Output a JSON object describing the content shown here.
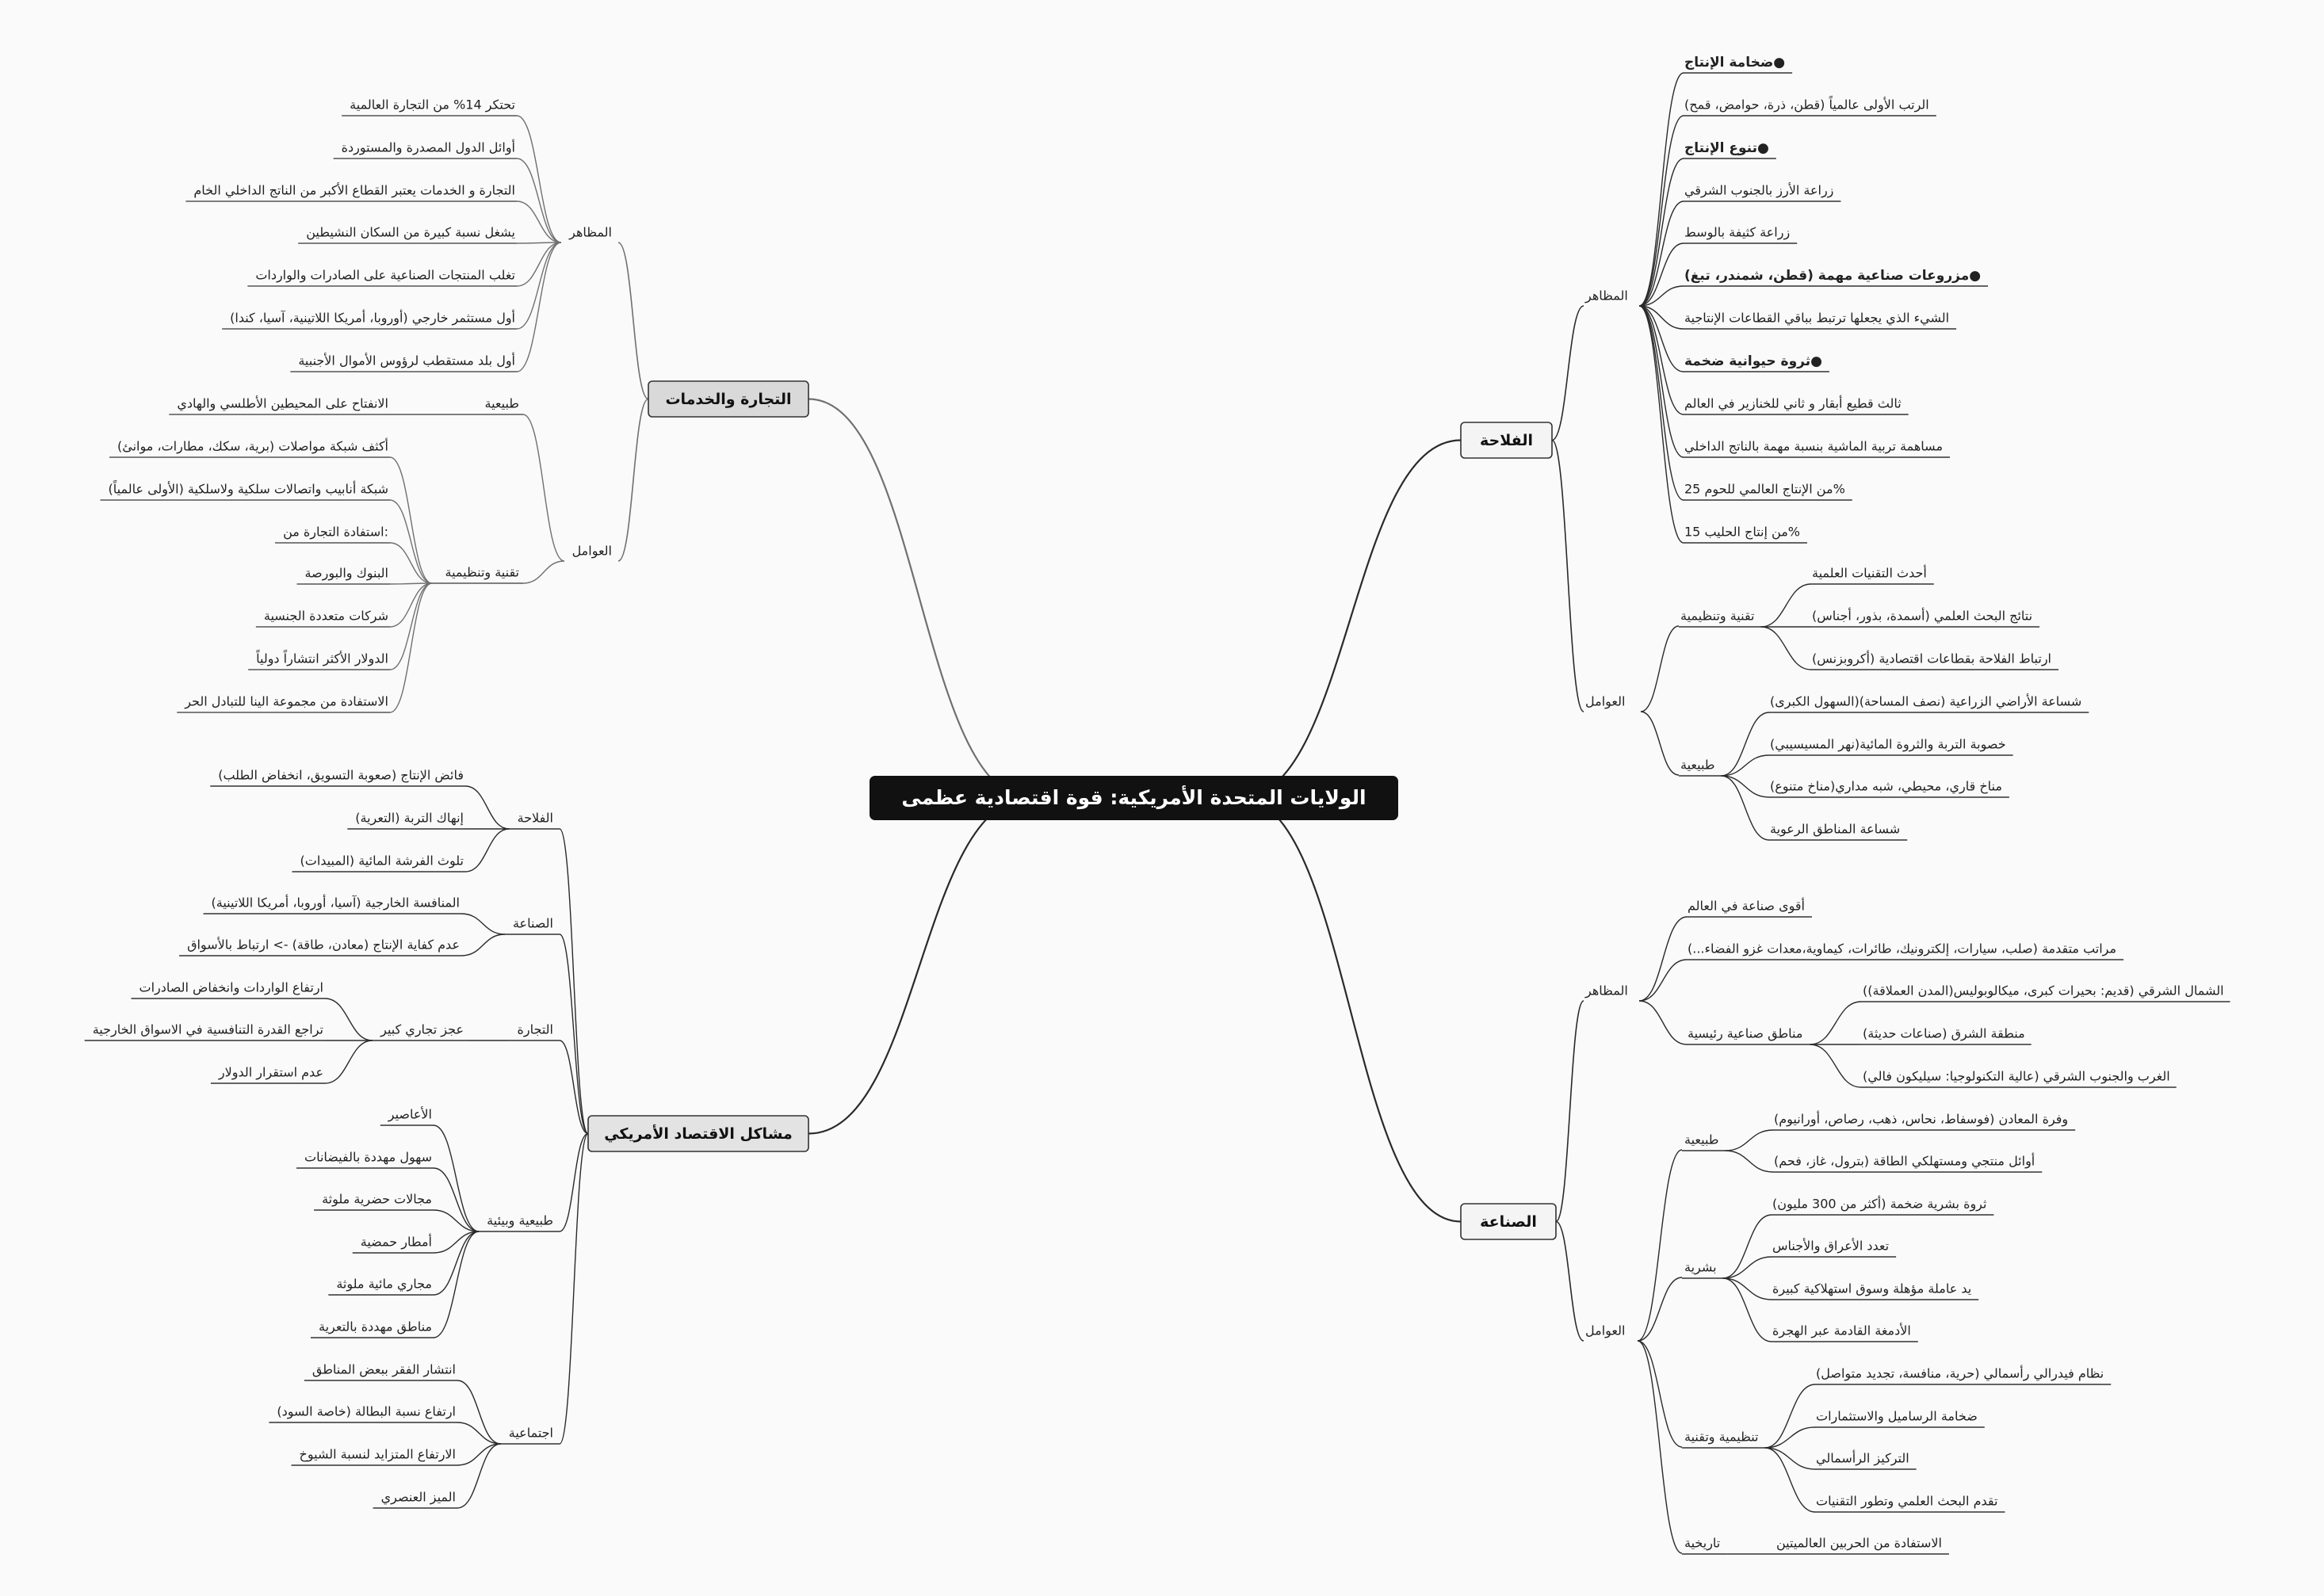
{
  "central": "الولايات المتحدة الأمريكية: قوة اقتصادية عظمى",
  "colors": {
    "central_bg": "#111111",
    "node_bg": "#f4f4f4",
    "trade_bg": "#d9d9d9",
    "problems_bg": "#e3e3e3",
    "line": "#2a2a2a",
    "trade_line": "#707070"
  },
  "branches": {
    "agriculture": {
      "title": "الفلاحة",
      "manifestations": {
        "label": "المظاهر",
        "items": [
          {
            "text": "ضخامة الإنتاج●",
            "bold": true
          },
          {
            "text": "الرتب الأولى عالمياً (قطن، ذرة، حوامض، قمح)"
          },
          {
            "text": "تنوع الإنتاج●",
            "bold": true
          },
          {
            "text": "زراعة الأرز بالجنوب الشرقي"
          },
          {
            "text": "زراعة كثيفة بالوسط"
          },
          {
            "text": "مزروعات صناعية مهمة (قطن، شمندر، تبغ)●",
            "bold": true
          },
          {
            "text": "الشيء الذي يجعلها ترتبط بباقي القطاعات الإنتاجية"
          },
          {
            "text": "ثروة حيوانية ضخمة●",
            "bold": true
          },
          {
            "text": "ثالث قطيع أبقار و ثاني للخنازير في العالم"
          },
          {
            "text": "مساهمة تربية الماشية بنسبة مهمة بالناتج الداخلي"
          },
          {
            "text": "من الإنتاج العالمي للحوم 25%"
          },
          {
            "text": "من إنتاج الحليب 15%"
          }
        ]
      },
      "factors": {
        "label": "العوامل",
        "groups": [
          {
            "label": "تقنية وتنظيمية",
            "items": [
              "أحدث التقنيات العلمية",
              "نتائج البحث العلمي (أسمدة، بذور، أجناس)",
              "ارتباط الفلاحة بقطاعات اقتصادية (أكروبزنس)"
            ]
          },
          {
            "label": "طبيعية",
            "items": [
              "شساعة الأراضي الزراعية (نصف المساحة)(السهول الكبرى)",
              "خصوبة التربة والثروة المائية(نهر المسيسيبي)",
              "مناخ قاري، محيطي، شبه مداري(مناخ متنوع)",
              "شساعة المناطق الرعوية"
            ]
          }
        ]
      }
    },
    "industry": {
      "title": "الصناعة",
      "manifestations": {
        "label": "المظاهر",
        "items": [
          "أقوى صناعة في العالم",
          "مراتب متقدمة (صلب، سيارات، إلكترونيك، طائرات، كيماوية،معدات غزو الفضاء...)"
        ],
        "regions": {
          "label": "مناطق صناعية رئيسية",
          "items": [
            "الشمال الشرقي (قديم: بحيرات كبرى، ميكالوبوليس(المدن العملاقة))",
            "منطقة الشرق (صناعات حديثة)",
            "الغرب والجنوب الشرقي (عالية التكنولوجيا: سيليكون فالي)"
          ]
        }
      },
      "factors": {
        "label": "العوامل",
        "groups": [
          {
            "label": "طبيعية",
            "items": [
              "وفرة المعادن (فوسفاط، نحاس، ذهب، رصاص، أورانيوم)",
              "أوائل منتجي ومستهلكي الطاقة (بترول، غاز، فحم)"
            ]
          },
          {
            "label": "بشرية",
            "items": [
              "ثروة بشرية ضخمة (أكثر من 300 مليون)",
              "تعدد الأعراق والأجناس",
              "يد عاملة مؤهلة وسوق استهلاكية كبيرة",
              "الأدمغة القادمة عبر الهجرة"
            ]
          },
          {
            "label": "تنظيمية وتقنية",
            "items": [
              "نظام فيدرالي رأسمالي (حرية، منافسة، تجديد متواصل)",
              "ضخامة الرساميل والاستثمارات",
              "التركيز الرأسمالي",
              "تقدم البحث العلمي وتطور التقنيات"
            ]
          },
          {
            "label": "تاريخية",
            "items": [
              "الاستفادة من الحربين العالميتين"
            ]
          }
        ]
      }
    },
    "trade": {
      "title": "التجارة والخدمات",
      "manifestations": {
        "label": "المظاهر",
        "items": [
          "تحتكر 14% من التجارة العالمية",
          "أوائل الدول المصدرة والمستوردة",
          "التجارة و الخدمات يعتبر القطاع الأكبر من الناتج الداخلي الخام",
          "يشغل نسبة كبيرة من السكان النشيطين",
          "تغلب المنتجات الصناعية على الصادرات والواردات",
          "أول مستثمر خارجي (أوروبا، أمريكا اللاتينية، آسيا، كندا)",
          "أول بلد مستقطب لرؤوس الأموال الأجنبية"
        ]
      },
      "factors": {
        "label": "العوامل",
        "groups": [
          {
            "label": "طبيعية",
            "items": [
              "الانفتاح على المحيطين الأطلسي والهادي"
            ]
          },
          {
            "label": "تقنية وتنظيمية",
            "items": [
              "أكثف شبكة مواصلات (برية، سكك، مطارات، موانئ)",
              "شبكة أنابيب واتصالات سلكية ولاسلكية (الأولى عالمياً)",
              "استفادة التجارة من:",
              "البنوك والبورصة",
              "شركات متعددة الجنسية",
              "الدولار الأكثر انتشاراً دولياً",
              "الاستفادة من مجموعة الينا للتبادل الحر"
            ]
          }
        ]
      }
    },
    "problems": {
      "title": "مشاكل الاقتصاد الأمريكي",
      "groups": [
        {
          "label": "الفلاحة",
          "items": [
            "فائض الإنتاج (صعوبة التسويق، انخفاض الطلب)",
            "إنهاك التربة (التعرية)",
            "تلوث الفرشة المائية (المبيدات)"
          ]
        },
        {
          "label": "الصناعة",
          "items": [
            "المنافسة الخارجية (آسيا، أوروبا، أمريكا اللاتينية)",
            "عدم كفاية الإنتاج (معادن، طاقة) -> ارتباط بالأسواق"
          ]
        },
        {
          "label": "التجارة",
          "sub": {
            "label": "عجز تجاري كبير",
            "items": [
              "ارتفاع الواردات وانخفاض الصادرات",
              "تراجع القدرة التنافسية في الاسواق الخارجية",
              "عدم استقرار الدولار"
            ]
          }
        },
        {
          "label": "طبيعية وبيئية",
          "items": [
            "الأعاصير",
            "سهول مهددة بالفيضانات",
            "مجالات حضرية ملوثة",
            "أمطار حمضية",
            "مجاري مائية ملوثة",
            "مناطق مهددة بالتعرية"
          ]
        },
        {
          "label": "اجتماعية",
          "items": [
            "انتشار الفقر ببعض المناطق",
            "ارتفاع نسبة البطالة (خاصة السود)",
            "الارتفاع المتزايد لنسبة الشيوخ",
            "الميز العنصري"
          ]
        }
      ]
    }
  }
}
